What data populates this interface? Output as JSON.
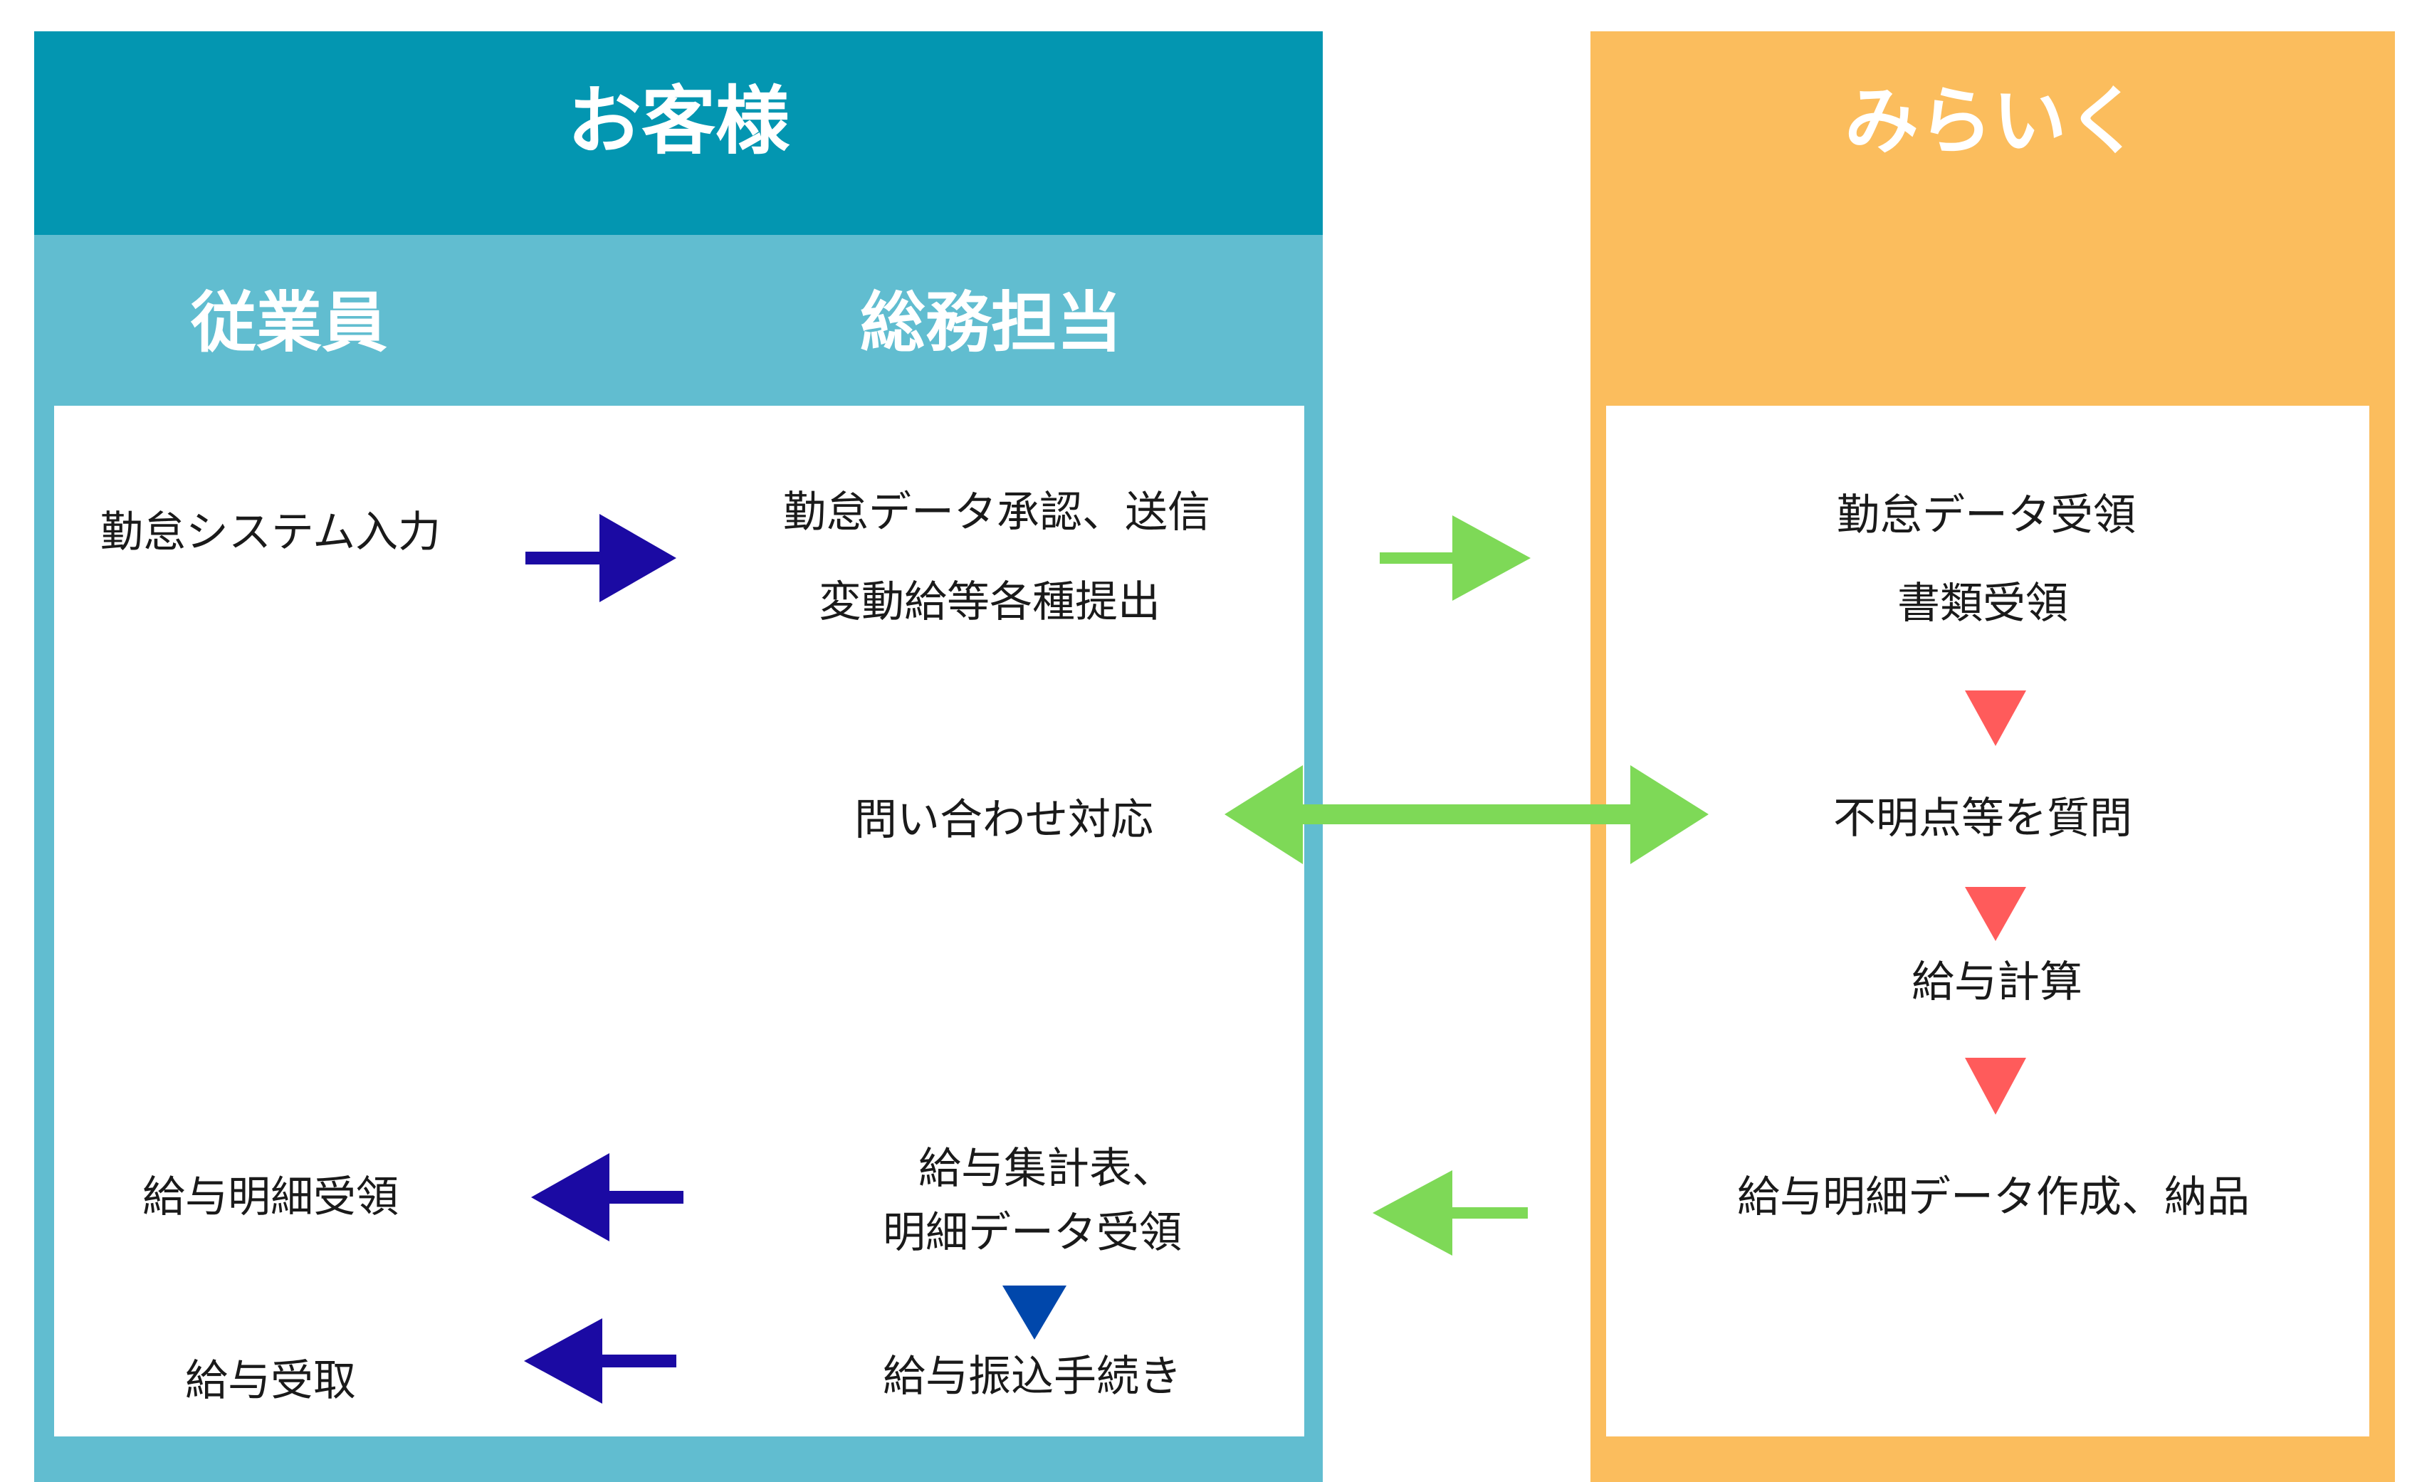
{
  "customer": {
    "title": "お客様",
    "employee_header": "従業員",
    "general_affairs_header": "総務担当",
    "employee_items": {
      "attendance_input": "勤怠システム入力",
      "payslip_receipt": "給与明細受領",
      "salary_receipt": "給与受取"
    },
    "general_affairs_items": {
      "attendance_approval": "勤怠データ承認、送信",
      "variable_submission": "変動給等各種提出",
      "inquiry_response": "問い合わせ対応",
      "summary_receipt_line1": "給与集計表、",
      "summary_receipt_line2": "明細データ受領",
      "transfer_procedure": "給与振込手続き"
    }
  },
  "mirai": {
    "title": "みらいく",
    "items": {
      "attendance_receipt": "勤怠データ受領",
      "documents_receipt": "書類受領",
      "questions": "不明点等を質問",
      "payroll_calculation": "給与計算",
      "payslip_creation": "給与明細データ作成、納品"
    }
  },
  "colors": {
    "customer_header": "#0396b1",
    "customer_panel": "#61bdd0",
    "mirai_panel": "#fbbd5d",
    "arrow_dark_blue": "#1b0aa3",
    "arrow_green": "#7ed957",
    "arrow_red": "#ff5b5b",
    "arrow_blue": "#0047ab"
  }
}
